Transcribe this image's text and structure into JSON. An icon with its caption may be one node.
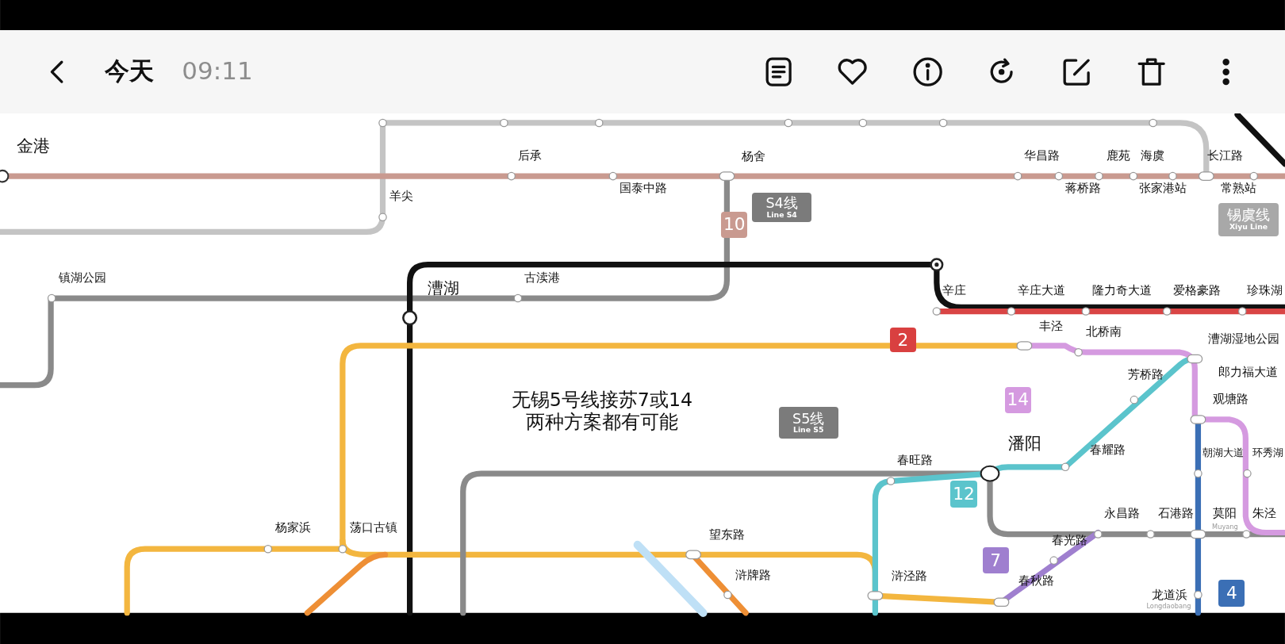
{
  "diagram": {
    "nodes": [
      {
        "text": [
          "S4线",
          "Line S4"
        ]
      },
      {
        "text": [
          "10"
        ]
      },
      {
        "text": [
          "锡虞线",
          "Xiyu Line"
        ]
      },
      {
        "text": [
          "2"
        ]
      },
      {
        "text": [
          "14"
        ]
      },
      {
        "text": [
          "S5线",
          "Line S5"
        ]
      },
      {
        "text": [
          "12"
        ]
      },
      {
        "text": [
          "7"
        ]
      },
      {
        "text": [
          "4"
        ]
      }
    ],
    "labels": [
      "今天",
      "09:11",
      "金港",
      "后承",
      "杨舍",
      "华昌路",
      "鹿苑",
      "海虞",
      "长江路",
      "羊尖",
      "国泰中路",
      "蒋桥路",
      "张家港站",
      "常熟站",
      "镇湖公园",
      "古渎港",
      "漕湖",
      "辛庄",
      "辛庄大道",
      "隆力奇大道",
      "爱格豪路",
      "珍珠湖",
      "丰泾",
      "北桥南",
      "漕湖湿地公园",
      "郎力福大道",
      "无锡5号线接苏7或14",
      "两种方案都有可能",
      "芳桥路",
      "观塘路",
      "潘阳",
      "春耀路",
      "朝湖大道",
      "环秀湖",
      "春旺路",
      "杨家浜",
      "荡口古镇",
      "永昌路",
      "石港路",
      "莫阳",
      "Muyang",
      "朱泾",
      "望东路",
      "春光路",
      "浒牌路",
      "浒泾路",
      "春秋路",
      "龙道浜",
      "Longdaobang"
    ]
  }
}
